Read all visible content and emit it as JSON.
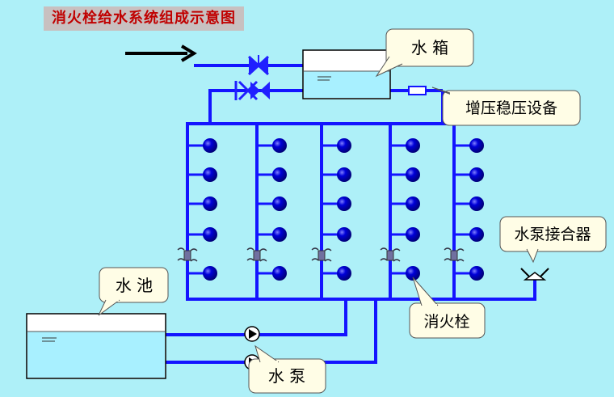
{
  "title": "消火栓给水系统组成示意图",
  "labels": {
    "tank": "水 箱",
    "booster": "增压稳压设备",
    "connector": "水泵接合器",
    "pool": "水 池",
    "hydrant": "消火栓",
    "pump": "水 泵"
  },
  "colors": {
    "pipe": "#1414ff",
    "hydrant": "#0000cc",
    "title_text": "#c00000",
    "title_bg": "#c8c0c0",
    "background": "#aef0f8"
  }
}
